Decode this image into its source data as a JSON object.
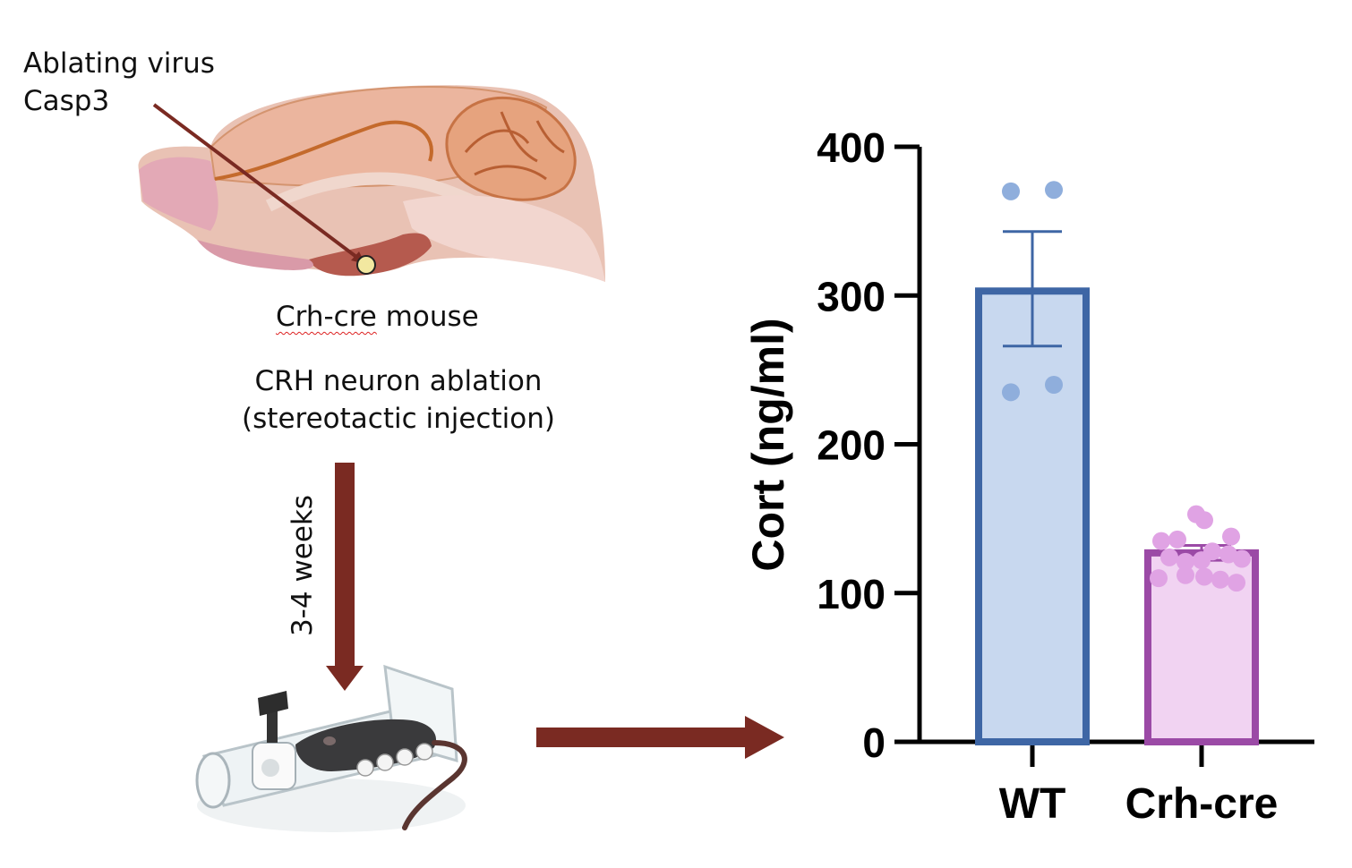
{
  "schematic": {
    "virus_line1": "Ablating virus",
    "virus_line2": "Casp3",
    "mouse_strain": "Crh-cre",
    "mouse_word": " mouse",
    "ablation_line1": "CRH neuron ablation",
    "ablation_line2": "(stereotactic injection)",
    "duration": "3-4 weeks",
    "arrow_color": "#7a2a22"
  },
  "chart_data": {
    "type": "bar",
    "categories": [
      "WT",
      "Crh-cre"
    ],
    "ylabel": "Cort (ng/ml)",
    "ylim": [
      0,
      400
    ],
    "yticks": [
      0,
      100,
      200,
      300,
      400
    ],
    "bars": [
      {
        "category": "WT",
        "value": 303,
        "sem_low": 266,
        "sem_high": 343,
        "fill": "#c8d8ef",
        "stroke": "#3e66a5",
        "point_color": "#8faedc",
        "points": [
          {
            "x": -0.4,
            "y": 370
          },
          {
            "x": 0.4,
            "y": 371
          },
          {
            "x": -0.4,
            "y": 235
          },
          {
            "x": 0.4,
            "y": 240
          }
        ]
      },
      {
        "category": "Crh-cre",
        "value": 127,
        "sem_low": 122,
        "sem_high": 132,
        "fill": "#f1d3f2",
        "stroke": "#9b4aa6",
        "point_color": "#e0a3e4",
        "points": [
          {
            "x": -0.1,
            "y": 153
          },
          {
            "x": 0.05,
            "y": 149
          },
          {
            "x": -0.75,
            "y": 135
          },
          {
            "x": -0.45,
            "y": 136
          },
          {
            "x": 0.55,
            "y": 138
          },
          {
            "x": -0.6,
            "y": 124
          },
          {
            "x": 0.2,
            "y": 128
          },
          {
            "x": 0.5,
            "y": 126
          },
          {
            "x": 0.75,
            "y": 123
          },
          {
            "x": -0.3,
            "y": 121
          },
          {
            "x": 0.0,
            "y": 122
          },
          {
            "x": -0.8,
            "y": 110
          },
          {
            "x": -0.3,
            "y": 112
          },
          {
            "x": 0.05,
            "y": 111
          },
          {
            "x": 0.35,
            "y": 109
          },
          {
            "x": 0.65,
            "y": 107
          }
        ]
      }
    ]
  }
}
